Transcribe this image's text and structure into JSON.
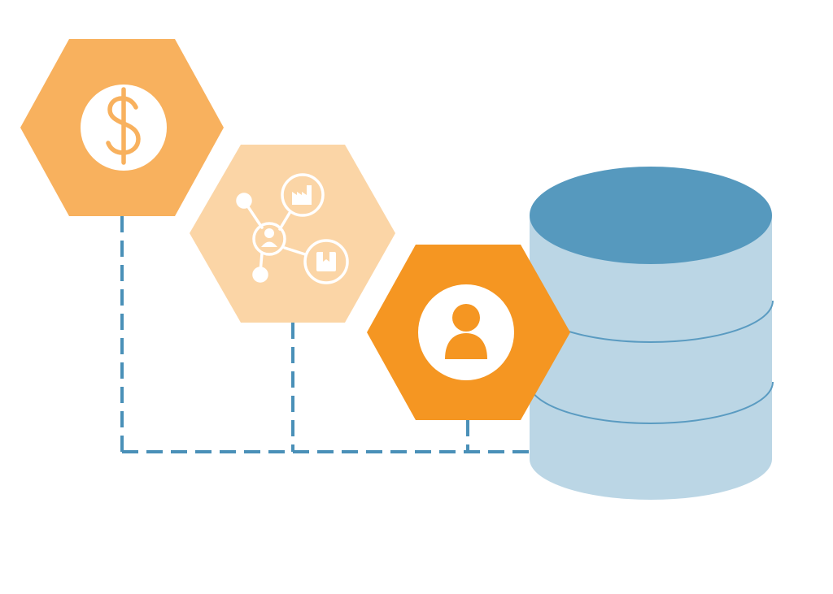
{
  "colors": {
    "background": "#ffffff",
    "dollar_hex": "#F8B15E",
    "network_hex": "#FBD5A6",
    "user_hex": "#F59622",
    "connector_line": "#4A90B8",
    "db_top": "#5699BE",
    "db_body": "#BBD6E5",
    "db_band": "#5A9BC1",
    "icon_white": "#ffffff"
  },
  "nodes": [
    {
      "id": "finance",
      "icon": "dollar-sign-icon"
    },
    {
      "id": "relationships",
      "icon": "network-icon",
      "sub_icons": [
        "factory-icon",
        "person-icon",
        "box-icon"
      ]
    },
    {
      "id": "customer",
      "icon": "user-icon"
    }
  ],
  "target": {
    "icon": "database-icon"
  },
  "connector_style": "dashed"
}
